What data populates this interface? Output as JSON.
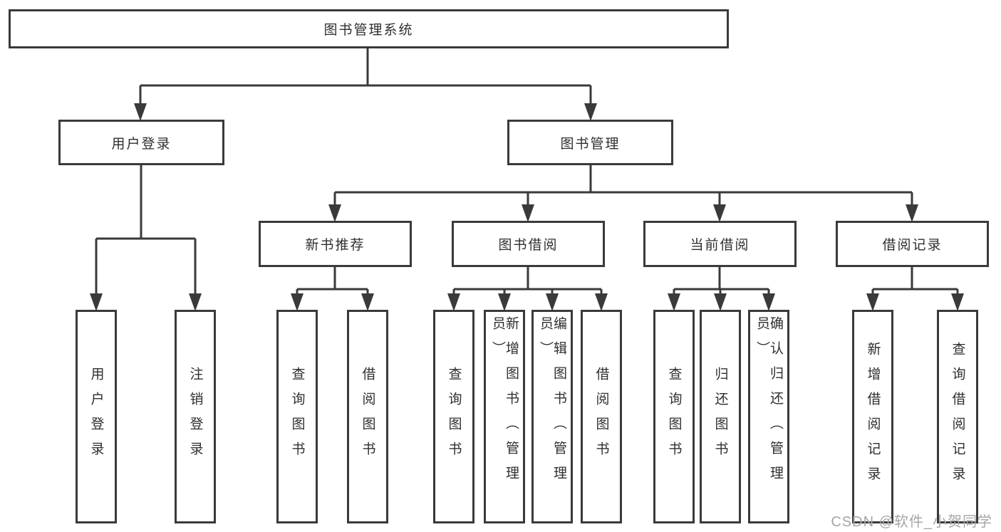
{
  "root": {
    "label": "图书管理系统"
  },
  "level2": [
    {
      "label": "用户登录"
    },
    {
      "label": "图书管理"
    }
  ],
  "level3": [
    {
      "label": "新书推荐"
    },
    {
      "label": "图书借阅"
    },
    {
      "label": "当前借阅"
    },
    {
      "label": "借阅记录"
    }
  ],
  "leaves": [
    {
      "label": "用户登录"
    },
    {
      "label": "注销登录"
    },
    {
      "label": "查询图书"
    },
    {
      "label": "借阅图书"
    },
    {
      "label": "查询图书"
    },
    {
      "label": "新增图书（管理员）"
    },
    {
      "label": "编辑图书（管理员）"
    },
    {
      "label": "借阅图书"
    },
    {
      "label": "查询图书"
    },
    {
      "label": "归还图书"
    },
    {
      "label": "确认归还（管理员）"
    },
    {
      "label": "新增借阅记录"
    },
    {
      "label": "查询借阅记录"
    }
  ],
  "watermark": "CSDN @软件_小贺同学",
  "colors": {
    "line": "#3a3a3a",
    "text": "#2f2f2f",
    "watermark": "#a6a6a6",
    "background": "#ffffff"
  }
}
